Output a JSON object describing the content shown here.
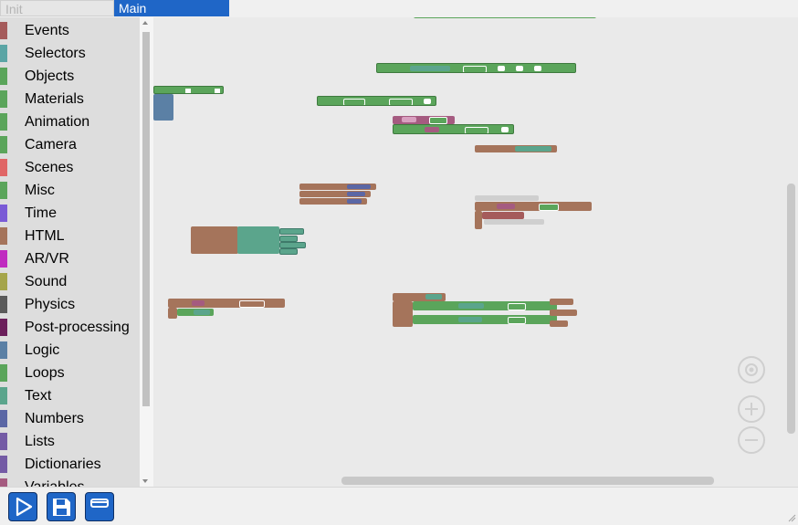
{
  "tabs": [
    {
      "label": "Init"
    },
    {
      "label": "Main"
    }
  ],
  "add_tab_label": "+",
  "toolbox": {
    "categories": [
      {
        "label": "Events",
        "color": "#a55b5b"
      },
      {
        "label": "Selectors",
        "color": "#5ba5a5"
      },
      {
        "label": "Objects",
        "color": "#5ba55b"
      },
      {
        "label": "Materials",
        "color": "#5ba55b"
      },
      {
        "label": "Animation",
        "color": "#5ba55b"
      },
      {
        "label": "Camera",
        "color": "#5ba55b"
      },
      {
        "label": "Scenes",
        "color": "#e06666"
      },
      {
        "label": "Misc",
        "color": "#5ba55b"
      },
      {
        "label": "Time",
        "color": "#7a5bd6"
      },
      {
        "label": "HTML",
        "color": "#a5745b"
      },
      {
        "label": "AR/VR",
        "color": "#c02cc0"
      },
      {
        "label": "Sound",
        "color": "#a5a54a"
      },
      {
        "label": "Physics",
        "color": "#5a5a5a"
      },
      {
        "label": "Post-processing",
        "color": "#6b1f5b"
      },
      {
        "label": "Logic",
        "color": "#5b80a5"
      },
      {
        "label": "Loops",
        "color": "#5ba55b"
      },
      {
        "label": "Text",
        "color": "#5ba58c"
      },
      {
        "label": "Numbers",
        "color": "#5b67a5"
      },
      {
        "label": "Lists",
        "color": "#745ba5"
      },
      {
        "label": "Dictionaries",
        "color": "#745ba5"
      },
      {
        "label": "Variables",
        "color": "#a55b80"
      }
    ]
  },
  "colors": {
    "accent": "#1f66c7",
    "event": "#a55b5b",
    "green": "#5ba55b",
    "teal": "#5ba58c",
    "brown": "#a5745b",
    "blue_logic": "#5b80a5"
  },
  "bottom_toolbar": {
    "run": "play-icon",
    "save": "save-icon",
    "window": "window-icon"
  }
}
